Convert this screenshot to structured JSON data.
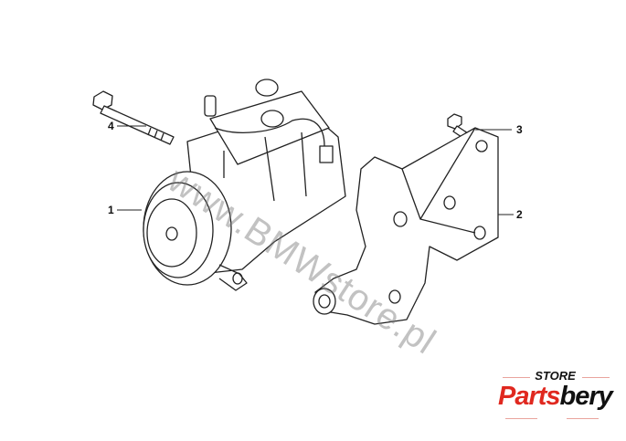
{
  "diagram": {
    "callouts": [
      "1",
      "2",
      "3",
      "4"
    ],
    "watermark": "www.BMWstore.pl",
    "logo": {
      "store": "STORE",
      "name_red": "Parts",
      "name_black": "bery"
    }
  },
  "colors": {
    "line": "#222222",
    "brand_red": "#e0281f"
  }
}
